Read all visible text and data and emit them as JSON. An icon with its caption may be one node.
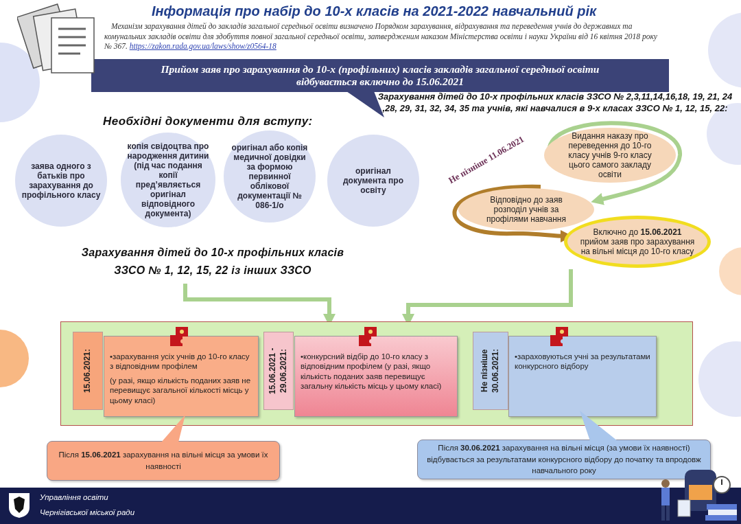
{
  "diagram": {
    "title": "Інформація про набір до 10-х класів  на 2021-2022 навчальний рік",
    "nodes": [
      {
        "text": [
          "Прийом заяв про зарахування до 10-х (профільних) класів закладів загальної середньої освіти відбувається включно до 15.06.2021"
        ]
      },
      {
        "text": [
          "заява одного з батьків про зарахування до профільного класу"
        ]
      },
      {
        "text": [
          "копія свідоцтва про народження дитини (під час подання копії пред’являється оригінал відповідного документа)"
        ]
      },
      {
        "text": [
          "оригінал або копія медичної довідки за формою первинної облікової документації № 086-1/о"
        ]
      },
      {
        "text": [
          "оригінал документа про освіту"
        ]
      },
      {
        "text": [
          "Видання наказу про переведення до 10-го класу учнів 9-го класу цього самого закладу освіти"
        ]
      },
      {
        "text": [
          "Відповідно до заяв розподіл учнів за профілями навчання"
        ]
      },
      {
        "text": [
          "Включно до **15.06.2021** прийом заяв про зарахування на вільні місця до 10-го класу"
        ]
      },
      {
        "text": [
          "Зарахування дітей до 10-х профільних класів ЗЗСО № 1, 12, 15, 22 із інших ЗЗСО"
        ]
      },
      {
        "text": [],
        "shape": "box"
      },
      {
        "text": [
          "15.06.2021:"
        ],
        "in": 9
      },
      {
        "text": [
          "•зарахування усіх учнів до 10-го класу з відповідним профілем",
          "(у разі, якщо кількість поданих заяв не перевищує загальної кількості місць у цьому класі)"
        ],
        "in": 9
      },
      {
        "text": [
          "15.06.2021 - 29.06.2021:"
        ],
        "in": 9
      },
      {
        "text": [
          "•конкурсний відбір до 10-го класу з відповідним профілем (у разі, якщо кількість поданих заяв перевищує загальну кількість місць у цьому класі)"
        ],
        "in": 9
      },
      {
        "text": [
          "Не пізніше 30.06.2021:"
        ],
        "in": 9
      },
      {
        "text": [
          "•зараховуються учні за результатами конкурсного відбору"
        ],
        "in": 9
      },
      {
        "text": [
          "Після **15.06.2021** зарахування на вільні місця за умови їх наявності"
        ]
      },
      {
        "text": [
          "Після **30.06.2021** зарахування на вільні місця (за умови їх наявності) відбувається за результатами конкурсного відбору до початку та впродовж навчального року"
        ]
      }
    ],
    "edges": [
      {
        "from": 5,
        "to": 6,
        "arrow": "to"
      },
      {
        "from": 6,
        "to": 7,
        "arrow": "to",
        "color": "#b07d2b"
      },
      {
        "from": 8,
        "to": 9,
        "arrow": "to"
      },
      {
        "from": 7,
        "to": 9,
        "arrow": "to"
      }
    ],
    "labels": [
      "Механізм зарахування дітей до закладів загальної середньої освіти визначено Порядком зарахування, відрахування та переведення учнів до державних та комунальних закладів освіти для здобуття повної загальної середньої освіти, затвердженим наказом Міністерства освіти і науки України від 16 квітня 2018 року № 367.",
      "https://zakon.rada.gov.ua/laws/show/z0564-18",
      "Зарахування дітей до 10-х профільних класів  ЗЗСО № 2,3,11,14,16,18, 19, 21, 24 ,28, 29, 31, 32, 34, 35 та учнів, які навчалися в 9-х класах ЗЗСО № 1, 12, 15, 22:",
      "Не пізніше 11.06.2021",
      "Необхідні документи для вступу:",
      "Управління освіти",
      "Чернігівської міської ради"
    ]
  }
}
